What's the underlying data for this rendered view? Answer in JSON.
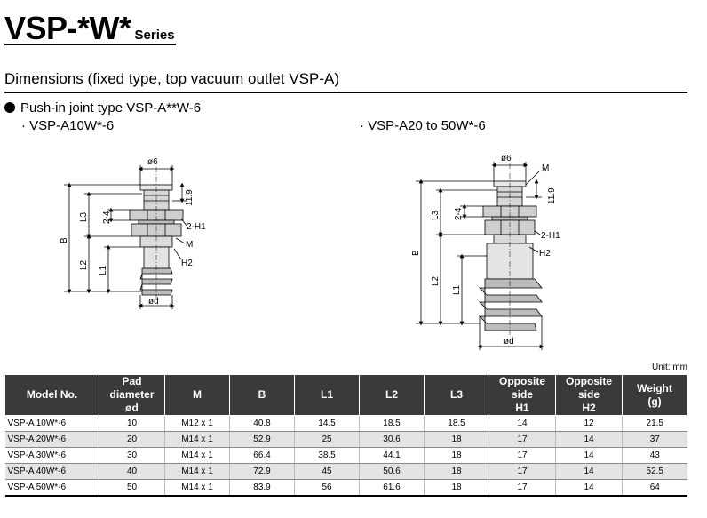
{
  "header": {
    "title": "VSP-*W*",
    "series": "Series"
  },
  "section_title": "Dimensions (fixed type, top vacuum outlet   VSP-A)",
  "joint_type": "Push-in joint type   VSP-A**W-6",
  "variants": {
    "left": "· VSP-A10W*-6",
    "right": "· VSP-A20 to 50W*-6"
  },
  "drawing_labels": {
    "phi6": "ø6",
    "d11_9": "11.9",
    "d2_4": "2-4",
    "l3": "L3",
    "b": "B",
    "l2": "L2",
    "l1": "L1",
    "two_h1": "2-H1",
    "m": "M",
    "h2": "H2",
    "phid": "ød"
  },
  "unit": "Unit: mm",
  "table": {
    "headers": [
      [
        "Model No."
      ],
      [
        "Pad diameter",
        "ød"
      ],
      [
        "M"
      ],
      [
        "B"
      ],
      [
        "L1"
      ],
      [
        "L2"
      ],
      [
        "L3"
      ],
      [
        "Opposite side",
        "H1"
      ],
      [
        "Opposite side",
        "H2"
      ],
      [
        "Weight",
        "(g)"
      ]
    ],
    "rows": [
      [
        "VSP-A 10W*-6",
        "10",
        "M12 x 1",
        "40.8",
        "14.5",
        "18.5",
        "18.5",
        "14",
        "12",
        "21.5"
      ],
      [
        "VSP-A 20W*-6",
        "20",
        "M14 x 1",
        "52.9",
        "25",
        "30.6",
        "18",
        "17",
        "14",
        "37"
      ],
      [
        "VSP-A 30W*-6",
        "30",
        "M14 x 1",
        "66.4",
        "38.5",
        "44.1",
        "18",
        "17",
        "14",
        "43"
      ],
      [
        "VSP-A 40W*-6",
        "40",
        "M14 x 1",
        "72.9",
        "45",
        "50.6",
        "18",
        "17",
        "14",
        "52.5"
      ],
      [
        "VSP-A 50W*-6",
        "50",
        "M14 x 1",
        "83.9",
        "56",
        "61.6",
        "18",
        "17",
        "14",
        "64"
      ]
    ]
  }
}
